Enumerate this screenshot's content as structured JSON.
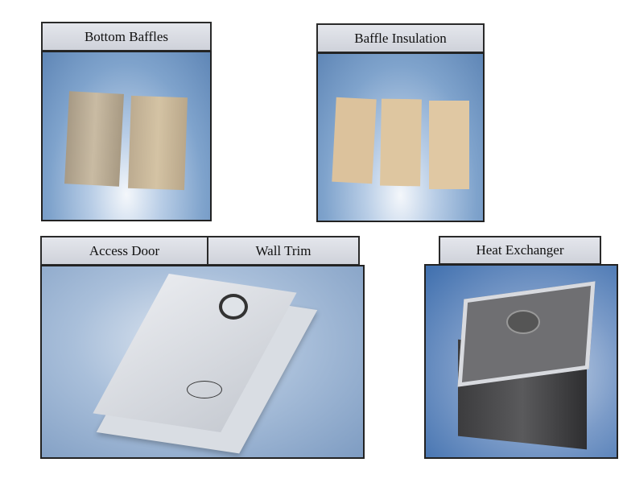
{
  "panels": {
    "bottom_baffles": {
      "label": "Bottom Baffles"
    },
    "baffle_insulation": {
      "label": "Baffle Insulation"
    },
    "access_door": {
      "label": "Access Door"
    },
    "wall_trim": {
      "label": "Wall Trim"
    },
    "heat_exchanger": {
      "label": "Heat Exchanger"
    }
  }
}
